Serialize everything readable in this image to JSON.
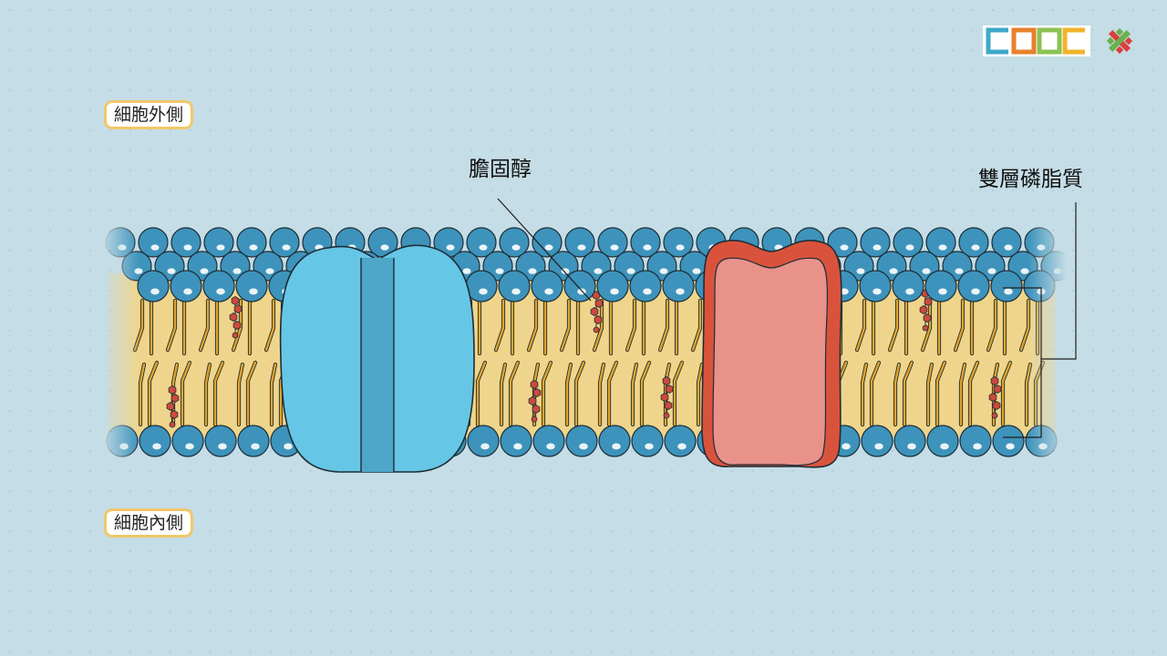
{
  "labels": {
    "outside": "細胞外側",
    "inside": "細胞內側",
    "cholesterol": "膽固醇",
    "bilayer": "雙層磷脂質"
  },
  "logo": {
    "letters": [
      "C",
      "O",
      "O",
      "C"
    ],
    "colors": [
      "#3fa9c9",
      "#e8812c",
      "#8cc152",
      "#f0b429"
    ],
    "emblem_colors": [
      "#d9413a",
      "#6ab04c"
    ]
  },
  "colors": {
    "background": "#c5dde6",
    "phospholipid_head": "#3d93bb",
    "lipid_core": "#efd58c",
    "lipid_tail": "#e2a52c",
    "cholesterol": "#cc4a3c",
    "blue_protein": "#66c6e6",
    "blue_protein_channel": "#4ea6c9",
    "red_protein_outer": "#d9533c",
    "red_protein_inner": "#e8928a",
    "label_border": "#f2c76a"
  }
}
